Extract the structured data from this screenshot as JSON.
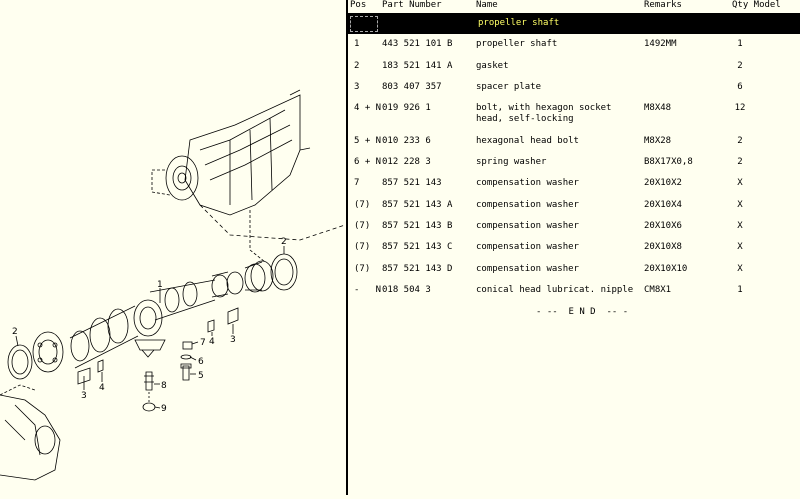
{
  "header": {
    "pos": "Pos",
    "part_number": "Part Number",
    "name": "Name",
    "remarks": "Remarks",
    "qty_model": "Qty Model"
  },
  "selected_group": "propeller shaft",
  "rows": [
    {
      "pos": "1",
      "part": "443 521 101 B",
      "name": "propeller shaft",
      "remarks": "1492MM",
      "qty": "1"
    },
    {
      "pos": "2",
      "part": "183 521 141 A",
      "name": "gasket",
      "remarks": "",
      "qty": "2"
    },
    {
      "pos": "3",
      "part": "803 407 357",
      "name": "spacer plate",
      "remarks": "",
      "qty": "6"
    },
    {
      "pos": "4 + N",
      "part": "019 926 1",
      "name": "bolt, with hexagon socket\nhead, self-locking",
      "remarks": "M8X48",
      "qty": "12"
    },
    {
      "pos": "5 + N",
      "part": "010 233 6",
      "name": "hexagonal head bolt",
      "remarks": "M8X28",
      "qty": "2"
    },
    {
      "pos": "6 + N",
      "part": "012 228 3",
      "name": "spring washer",
      "remarks": "B8X17X0,8",
      "qty": "2"
    },
    {
      "pos": "7",
      "part": "857 521 143",
      "name": "compensation washer",
      "remarks": "20X10X2",
      "qty": "X"
    },
    {
      "pos": "(7)",
      "part": "857 521 143 A",
      "name": "compensation washer",
      "remarks": "20X10X4",
      "qty": "X"
    },
    {
      "pos": "(7)",
      "part": "857 521 143 B",
      "name": "compensation washer",
      "remarks": "20X10X6",
      "qty": "X"
    },
    {
      "pos": "(7)",
      "part": "857 521 143 C",
      "name": "compensation washer",
      "remarks": "20X10X8",
      "qty": "X"
    },
    {
      "pos": "(7)",
      "part": "857 521 143 D",
      "name": "compensation washer",
      "remarks": "20X10X10",
      "qty": "X"
    },
    {
      "pos": "-   N",
      "part": "018 504 3",
      "name": "conical head lubricat. nipple",
      "remarks": "CM8X1",
      "qty": "1"
    }
  ],
  "end_marker": "- --  E N D  -- -",
  "diagram": {
    "callouts": [
      "1",
      "2",
      "2",
      "3",
      "3",
      "4",
      "4",
      "5",
      "6",
      "7",
      "8",
      "9"
    ]
  }
}
